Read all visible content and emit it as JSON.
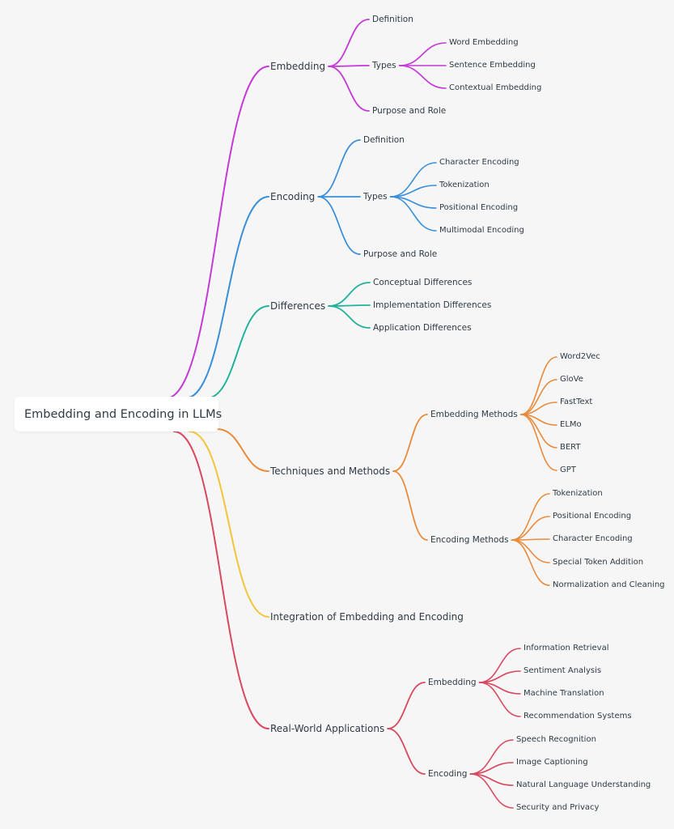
{
  "root": {
    "label": "Embedding and Encoding in LLMs"
  },
  "colors": {
    "embedding": "#c43ad6",
    "encoding": "#3a8fd8",
    "differences": "#22b29c",
    "techniques": "#ea8a3c",
    "integration": "#f2c53a",
    "applications": "#d8485f"
  },
  "branches": [
    {
      "key": "embedding",
      "label": "Embedding",
      "children": [
        {
          "label": "Definition"
        },
        {
          "label": "Types",
          "children": [
            {
              "label": "Word Embedding"
            },
            {
              "label": "Sentence Embedding"
            },
            {
              "label": "Contextual Embedding"
            }
          ]
        },
        {
          "label": "Purpose and Role"
        }
      ]
    },
    {
      "key": "encoding",
      "label": "Encoding",
      "children": [
        {
          "label": "Definition"
        },
        {
          "label": "Types",
          "children": [
            {
              "label": "Character Encoding"
            },
            {
              "label": "Tokenization"
            },
            {
              "label": "Positional Encoding"
            },
            {
              "label": "Multimodal Encoding"
            }
          ]
        },
        {
          "label": "Purpose and Role"
        }
      ]
    },
    {
      "key": "differences",
      "label": "Differences",
      "children": [
        {
          "label": "Conceptual Differences"
        },
        {
          "label": "Implementation Differences"
        },
        {
          "label": "Application Differences"
        }
      ]
    },
    {
      "key": "techniques",
      "label": "Techniques and Methods",
      "children": [
        {
          "label": "Embedding Methods",
          "children": [
            {
              "label": "Word2Vec"
            },
            {
              "label": "GloVe"
            },
            {
              "label": "FastText"
            },
            {
              "label": "ELMo"
            },
            {
              "label": "BERT"
            },
            {
              "label": "GPT"
            }
          ]
        },
        {
          "label": "Encoding Methods",
          "children": [
            {
              "label": "Tokenization"
            },
            {
              "label": "Positional Encoding"
            },
            {
              "label": "Character Encoding"
            },
            {
              "label": "Special Token Addition"
            },
            {
              "label": "Normalization and Cleaning"
            }
          ]
        }
      ]
    },
    {
      "key": "integration",
      "label": "Integration of Embedding and Encoding",
      "children": []
    },
    {
      "key": "applications",
      "label": "Real-World Applications",
      "children": [
        {
          "label": "Embedding",
          "children": [
            {
              "label": "Information Retrieval"
            },
            {
              "label": "Sentiment Analysis"
            },
            {
              "label": "Machine Translation"
            },
            {
              "label": "Recommendation Systems"
            }
          ]
        },
        {
          "label": "Encoding",
          "children": [
            {
              "label": "Speech Recognition"
            },
            {
              "label": "Image Captioning"
            },
            {
              "label": "Natural Language Understanding"
            },
            {
              "label": "Security and Privacy"
            }
          ]
        }
      ]
    }
  ]
}
